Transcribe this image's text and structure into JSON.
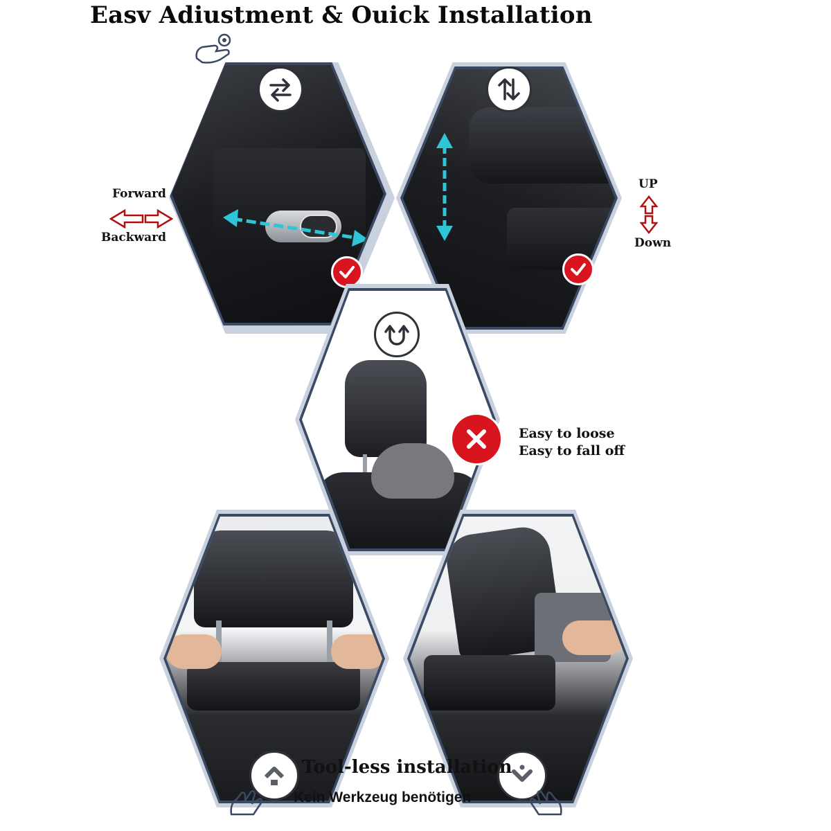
{
  "title": "Easv Adiustment & Ouick Installation",
  "labels": {
    "forward": "Forward",
    "backward": "Backward",
    "up": "UP",
    "down": "Down",
    "warning_line1": "Easy to loose",
    "warning_line2": "Easy to fall off"
  },
  "captions": {
    "main": "Tool-less installation",
    "sub": "Kein Werkzeug benötigen"
  },
  "icons": {
    "top_left": "swap-horizontal-icon",
    "top_right": "swap-vertical-icon",
    "middle": "u-turn-icon",
    "bottom_left": "home-up-icon",
    "bottom_right": "chevron-down-icon",
    "touch": "touch-hand-icon",
    "hands": "hands-icon"
  },
  "colors": {
    "panel_outline": "#c9d0de",
    "panel_frame": "#3a4a63",
    "accent_cyan": "#2ec6d6",
    "check_red": "#d8141f",
    "arrow_red": "#b01010"
  }
}
